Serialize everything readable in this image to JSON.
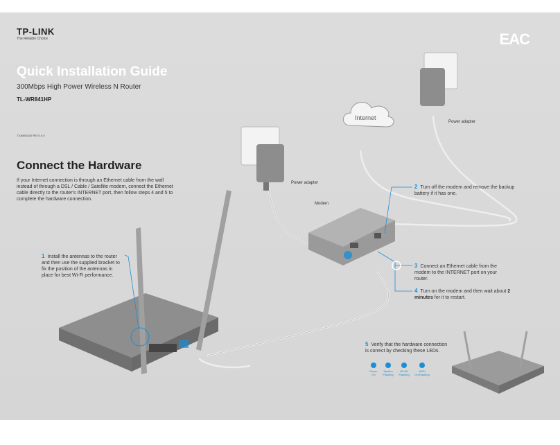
{
  "header": {
    "brand": "TP-LINK",
    "tagline": "The Reliable Choice",
    "cert_mark": "EAC",
    "title": "Quick Installation Guide",
    "subtitle": "300Mbps High Power Wireless N Router",
    "model": "TL-WR841HP",
    "doc_code": "7106505420   REV3.0.0"
  },
  "section": {
    "heading": "Connect the Hardware",
    "intro": "If your Internet connection is through an Ethernet cable from the wall instead of through a DSL / Cable / Satellite modem, connect the Ethernet cable directly to the router's INTERNET port, then follow steps 4 and 5 to complete the hardware connection."
  },
  "labels": {
    "internet": "Internet",
    "power_adapter_1": "Power adapter",
    "power_adapter_2": "Power adapter",
    "modem": "Modem"
  },
  "steps": [
    {
      "num": "1",
      "text": "Install the antennas to the router and  then use the supplied bracket to fix the position of the antennas in place for best Wi-Fi performance."
    },
    {
      "num": "2",
      "text": "Turn off the modem and remove the backup battery if it has one."
    },
    {
      "num": "3",
      "text": "Connect an Ethernet cable from the modem to the INTERNET port on your router."
    },
    {
      "num": "4",
      "text_pre": "Turn on the modem and then wait about ",
      "text_bold": "2 minutes",
      "text_post": " for it to restart."
    },
    {
      "num": "5",
      "text": "Verify that the hardware connection is correct by checking these LEDs."
    }
  ],
  "leds": [
    {
      "name": "Power",
      "state": "On",
      "icon": "power-icon"
    },
    {
      "name": "System",
      "state": "Flashing",
      "icon": "gear-icon"
    },
    {
      "name": "WLAN",
      "state": "Flashing",
      "icon": "wifi-icon"
    },
    {
      "name": "WAN",
      "state": "On/Flashing",
      "icon": "globe-icon"
    }
  ],
  "colors": {
    "accent": "#1a8fd6",
    "background": "#d8d8d8",
    "title": "#ffffff"
  }
}
